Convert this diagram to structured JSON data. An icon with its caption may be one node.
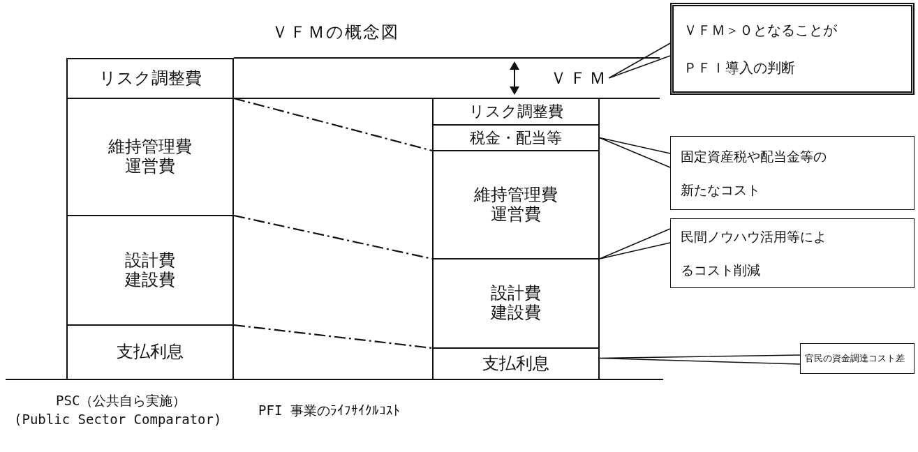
{
  "diagram": {
    "title": "ＶＦＭの概念図",
    "nodes": [
      {
        "text": [
          "リスク調整費"
        ]
      },
      {
        "text": [
          "維持管理費",
          "運営費"
        ]
      },
      {
        "text": [
          "設計費",
          "建設費"
        ]
      },
      {
        "text": [
          "支払利息"
        ]
      },
      {
        "text": [
          "リスク調整費"
        ]
      },
      {
        "text": [
          "税金・配当等"
        ]
      },
      {
        "text": [
          "維持管理費",
          "運営費"
        ]
      },
      {
        "text": [
          "設計費",
          "建設費"
        ]
      },
      {
        "text": [
          "支払利息"
        ]
      },
      {
        "text": [
          "ＶＦＭ"
        ]
      },
      {
        "text": [
          "ＶＦＭ＞０となることがＰＦＩ導入の判断"
        ]
      },
      {
        "text": [
          "固定資産税や配当金等の新たなコスト"
        ]
      },
      {
        "text": [
          "民間ノウハウ活用等によるコスト削減"
        ]
      },
      {
        "text": [
          "官民の資金調達コスト差"
        ]
      }
    ],
    "edges": [
      {
        "from": 1,
        "to": 6,
        "arrow": "none",
        "style": "dashed"
      },
      {
        "from": 2,
        "to": 7,
        "arrow": "none",
        "style": "dashed"
      },
      {
        "from": 3,
        "to": 8,
        "arrow": "none",
        "style": "dashed"
      },
      {
        "from": 10,
        "to": 9,
        "arrow": "none"
      },
      {
        "from": 11,
        "to": 5,
        "arrow": "none"
      },
      {
        "from": 12,
        "to": 7,
        "arrow": "none"
      },
      {
        "from": 13,
        "to": 8,
        "arrow": "none"
      }
    ],
    "labels": [
      "PSC（公共自ら実施）",
      "(Public Sector Comparator)",
      "PFI 事業のﾗｲﾌｻｲｸﾙｺｽﾄ"
    ]
  }
}
